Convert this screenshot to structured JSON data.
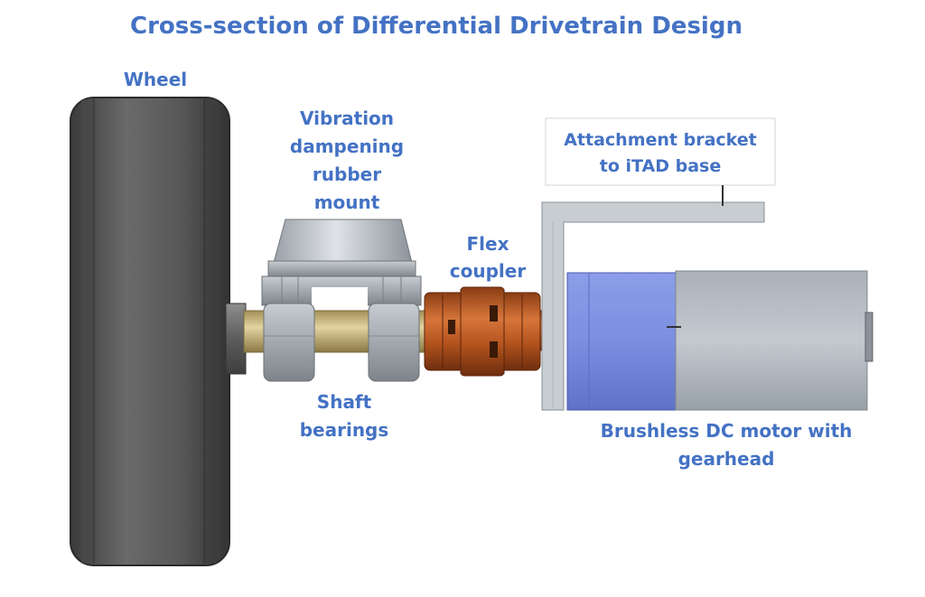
{
  "title": "Cross-section of Differential Drivetrain Design",
  "labels": {
    "wheel": "Wheel",
    "mount": [
      "Vibration",
      "dampening",
      "rubber",
      "mount"
    ],
    "flex_coupler": [
      "Flex",
      "coupler"
    ],
    "bracket": [
      "Attachment bracket",
      "to iTAD base"
    ],
    "bearings": [
      "Shaft",
      "bearings"
    ],
    "motor": [
      "Brushless DC motor with",
      "gearhead"
    ]
  },
  "colors": {
    "label_text": "#4472C4",
    "wheel": "#5a5a5a",
    "shaft": "#c8b47a",
    "coupler": "#b3531e",
    "bracket": "#c8cdd2",
    "motor_front": "#7b8ee0",
    "motor_body": "#b9c0c8"
  }
}
